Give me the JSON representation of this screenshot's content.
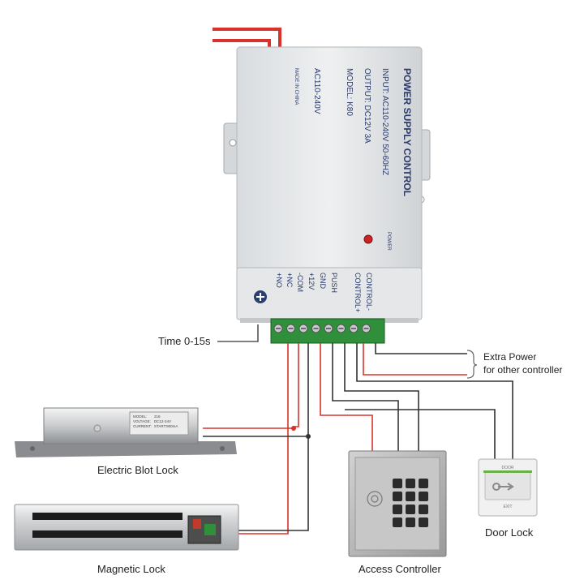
{
  "power_supply": {
    "title": "POWER SUPPLY CONTROL",
    "input": "INPUT: AC110-240V  50-60HZ",
    "output": "OUTPUT: DC12V  3A",
    "model": "MODEL: K80",
    "ac": "AC110-240V",
    "made": "MADE IN CHINA",
    "power_led": "POWER",
    "terminals": [
      "+NO",
      "+NC",
      "-COM",
      "+12V",
      "GND",
      "PUSH",
      "CONTROL+",
      "CONTROL-"
    ]
  },
  "labels": {
    "time": "Time 0-15s",
    "extra_power_1": "Extra Power",
    "extra_power_2": "for other controller",
    "electric_bolt": "Electric Blot Lock",
    "magnetic": "Magnetic Lock",
    "access_controller": "Access Controller",
    "door_lock": "Door Lock"
  },
  "bolt_lock_plate": {
    "model": "MODEL:",
    "voltage": "VOLTAGE:",
    "current": "CURRENT:",
    "model_v": "216",
    "voltage_v": "DC12-24V",
    "current_v": "START:900mA"
  },
  "exit_button": {
    "top": "DOOR",
    "bottom": "EXIT"
  },
  "colors": {
    "red_wire": "#d8322c",
    "black_wire": "#333333",
    "terminal_green": "#2f8f3a"
  }
}
